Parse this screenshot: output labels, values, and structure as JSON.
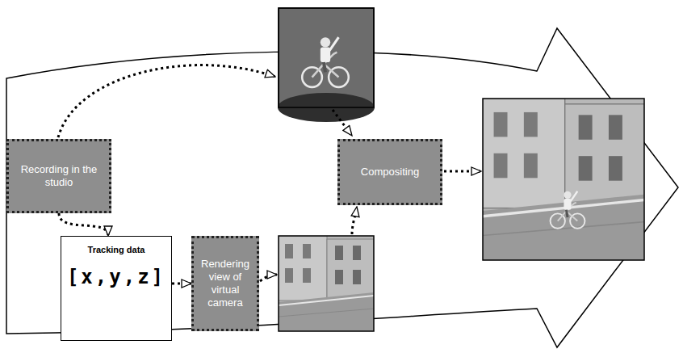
{
  "diagram": {
    "nodes": [
      {
        "text": [
          "Recording in the studio"
        ]
      },
      {
        "text": [
          "Tracking data",
          "[x,y,z]"
        ]
      },
      {
        "text": [
          "Rendering view of virtual camera"
        ]
      },
      {
        "text": [
          "Compositing"
        ]
      }
    ],
    "edges": [
      {
        "from": 0,
        "to": 1,
        "arrow": "to"
      },
      {
        "from": 1,
        "to": 2,
        "arrow": "to"
      }
    ]
  }
}
